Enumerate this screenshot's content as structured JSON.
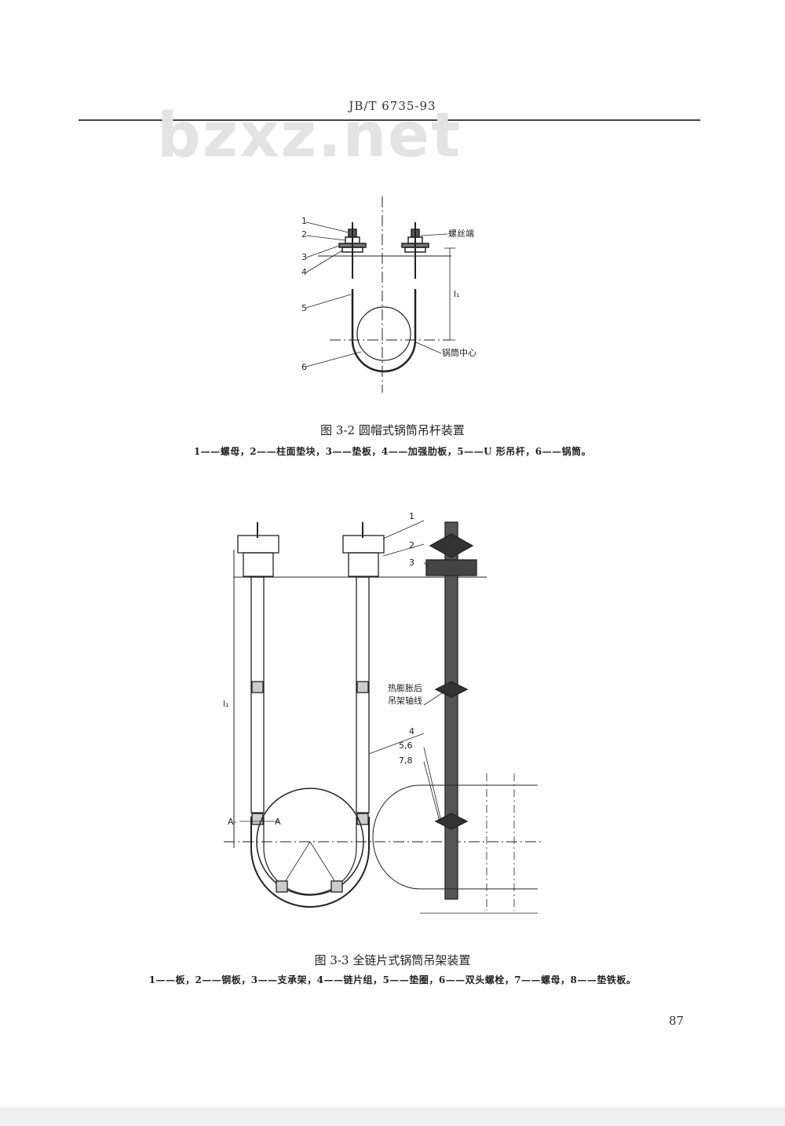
{
  "header": {
    "standard_code": "JB/T 6735-93"
  },
  "watermark": "bzxz.net",
  "figure1": {
    "caption": "图 3-2  圆帽式锅筒吊杆装置",
    "legend": "1——螺母，2——柱面垫块，3——垫板，4——加强肋板，5——U 形吊杆，6——锅筒。",
    "labels": {
      "n1": "1",
      "n2": "2",
      "n3": "3",
      "n4": "4",
      "n5": "5",
      "n6": "6",
      "thread_end": "螺丝端",
      "dim": "l₁",
      "drum_center": "锅筒中心"
    }
  },
  "figure2": {
    "caption": "图 3-3  全链片式锅筒吊架装置",
    "legend": "1——板，2——钢板，3——支承架，4——链片组，5——垫圈，6——双头螺栓，7——螺母，8——垫铁板。",
    "labels": {
      "n1": "1",
      "n2": "2",
      "n3": "3",
      "n4": "4",
      "n56": "5,6",
      "n78": "7,8",
      "note_line1": "热膨胀后",
      "note_line2": "吊架轴线",
      "dim": "l₁",
      "section": "A-",
      "section_a": "A"
    }
  },
  "page_number": "87"
}
